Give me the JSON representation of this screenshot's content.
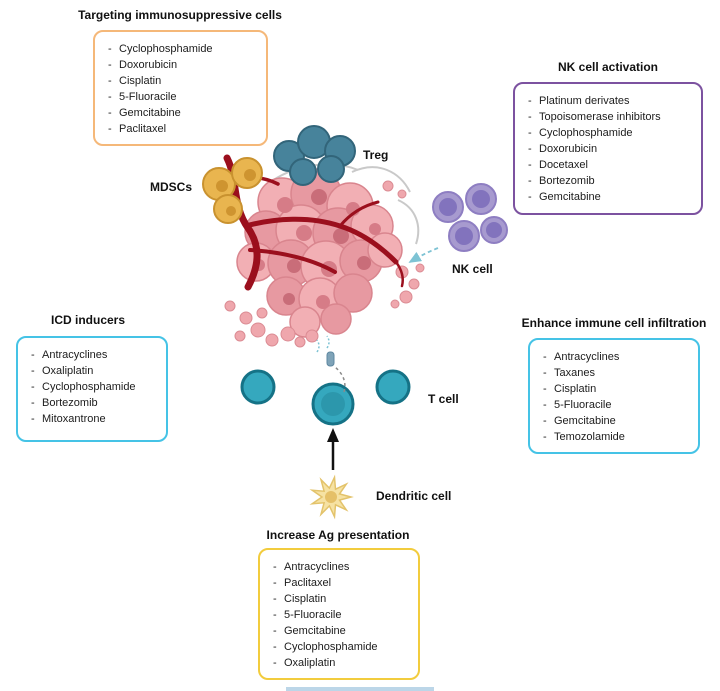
{
  "figure": {
    "boxes": {
      "immunosuppressive": {
        "title": "Targeting immunosuppressive cells",
        "items": [
          "Cyclophosphamide",
          "Doxorubicin",
          "Cisplatin",
          "5-Fluoracile",
          "Gemcitabine",
          "Paclitaxel"
        ]
      },
      "nk_activation": {
        "title": "NK cell activation",
        "items": [
          "Platinum derivates",
          "Topoisomerase inhibitors",
          "Cyclophosphamide",
          "Doxorubicin",
          "Docetaxel",
          "Bortezomib",
          "Gemcitabine"
        ]
      },
      "icd_inducers": {
        "title": "ICD inducers",
        "items": [
          "Antracyclines",
          "Oxaliplatin",
          "Cyclophosphamide",
          "Bortezomib",
          "Mitoxantrone"
        ]
      },
      "infiltration": {
        "title": "Enhance immune cell infiltration",
        "items": [
          "Antracyclines",
          "Taxanes",
          "Cisplatin",
          "5-Fluoracile",
          "Gemcitabine",
          "Temozolamide"
        ]
      },
      "ag_presentation": {
        "title": "Increase Ag presentation",
        "items": [
          "Antracyclines",
          "Paclitaxel",
          "Cisplatin",
          "5-Fluoracile",
          "Gemcitabine",
          "Cyclophosphamide",
          "Oxaliplatin"
        ]
      }
    },
    "cell_labels": {
      "treg": "Treg",
      "mdscs": "MDSCs",
      "nk": "NK cell",
      "t": "T cell",
      "dendritic": "Dendritic cell"
    },
    "colors": {
      "orange_border": "#F5B879",
      "purple_border": "#7C52A0",
      "cyan_border": "#45C3E6",
      "yellow_border": "#F2CC3D",
      "tumor_pink": "#F2AFB4",
      "tumor_pink_dark": "#E799A1",
      "vessel_red": "#9B0F1D",
      "treg_teal": "#47839B",
      "mdsc_yellow": "#E9B54F",
      "nk_purple": "#A79ACF",
      "tcell_teal": "#35A8BE",
      "dendritic_yellow": "#F6E2A3"
    }
  }
}
